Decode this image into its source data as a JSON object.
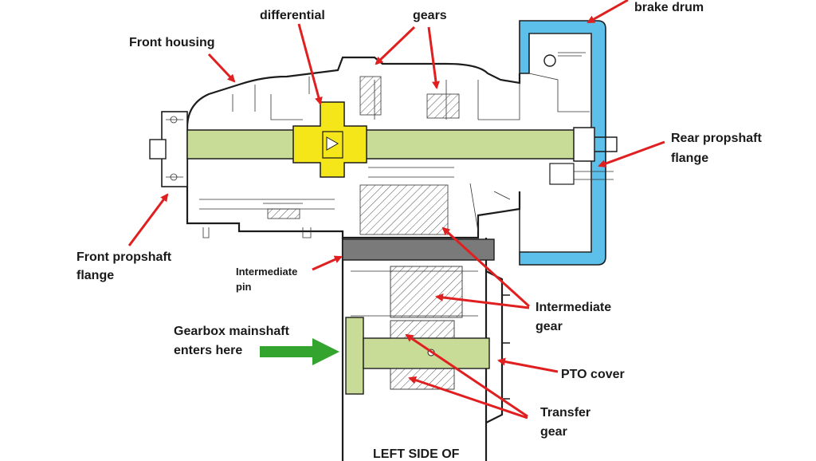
{
  "labels": {
    "differential": "differential",
    "gears": "gears",
    "brake_drum": "brake drum",
    "front_housing": "Front housing",
    "rear_propshaft_1": "Rear propshaft",
    "rear_propshaft_2": "flange",
    "front_propshaft_1": "Front propshaft",
    "front_propshaft_2": "flange",
    "intermediate_pin_1": "Intermediate",
    "intermediate_pin_2": "pin",
    "intermediate_gear_1": "Intermediate",
    "intermediate_gear_2": "gear",
    "gearbox_mainshaft_1": "Gearbox mainshaft",
    "gearbox_mainshaft_2": "enters here",
    "pto_cover": "PTO cover",
    "transfer_gear_1": "Transfer",
    "transfer_gear_2": "gear",
    "bottom_caption": "LEFT SIDE OF"
  },
  "colors": {
    "shaft_green": "#c8dc98",
    "differential_yellow": "#f5e61a",
    "brake_blue": "#5cc0ea",
    "arrow_red": "#e02020",
    "arrow_green": "#33a52f"
  }
}
